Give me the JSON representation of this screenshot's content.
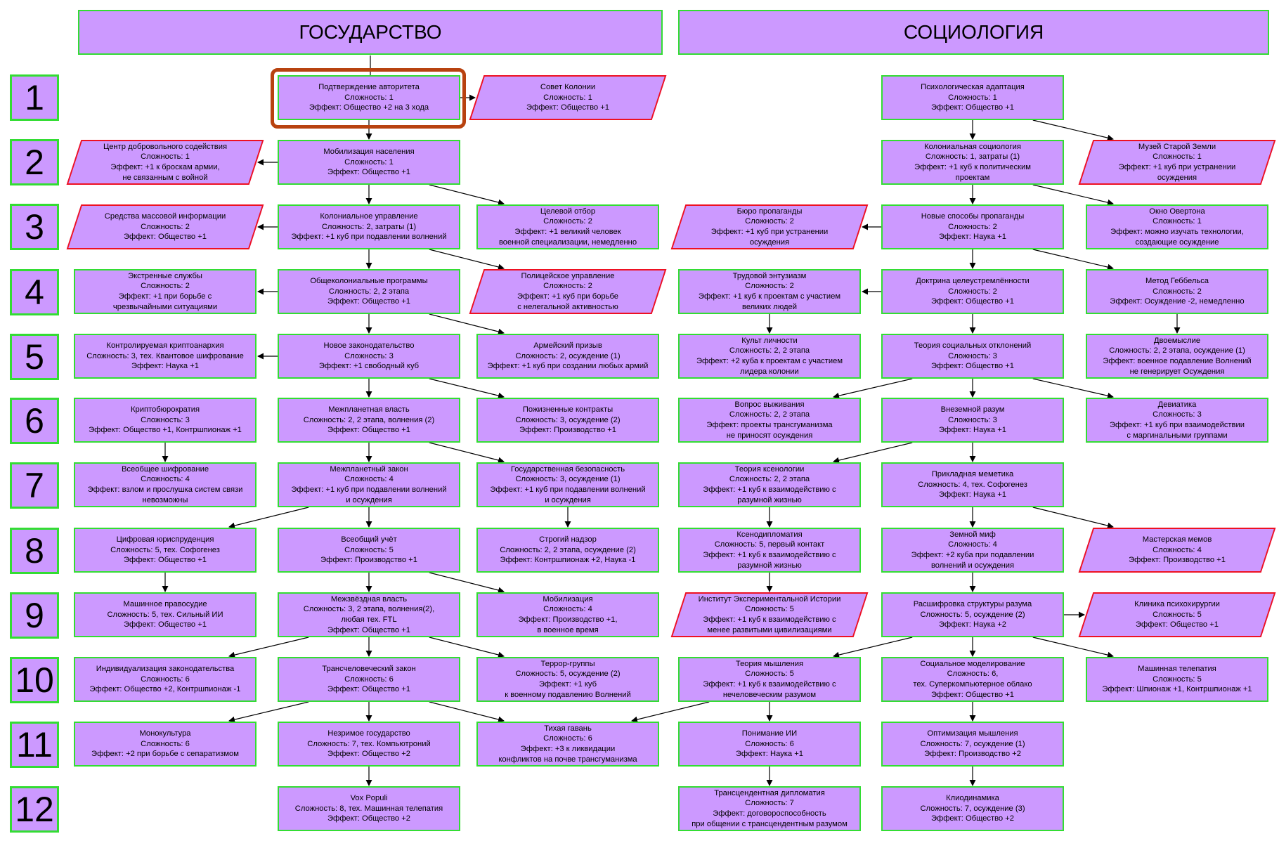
{
  "headers": {
    "left": "ГОСУДАРСТВО",
    "right": "СОЦИОЛОГИЯ"
  },
  "rows": [
    "1",
    "2",
    "3",
    "4",
    "5",
    "6",
    "7",
    "8",
    "9",
    "10",
    "11",
    "12"
  ],
  "colors": {
    "node_fill": "#cc99ff",
    "border_green": "#33dd33",
    "border_red": "#ee1122",
    "highlight": "#b8420f"
  },
  "nodes": [
    {
      "id": "s1",
      "style": "std",
      "name": "Подтверждение авторитета",
      "lines": [
        "Подтверждение авторитета",
        "Сложность: 1",
        "Эффект: Общество +2 на 3 хода"
      ]
    },
    {
      "id": "s1r",
      "style": "para",
      "name": "Совет Колонии",
      "lines": [
        "Совет Колонии",
        "Сложность: 1",
        "Эффект: Общество +1"
      ]
    },
    {
      "id": "s2",
      "style": "std",
      "name": "Мобилизация населения",
      "lines": [
        "Мобилизация населения",
        "Сложность: 1",
        "Эффект: Общество +1"
      ]
    },
    {
      "id": "s2l",
      "style": "para",
      "name": "Центр добровольного содействия",
      "lines": [
        "Центр добровольного содействия",
        "Сложность: 1",
        "Эффект: +1 к броскам армии,",
        "не связанным с войной"
      ]
    },
    {
      "id": "s3",
      "style": "std",
      "name": "Колониальное управление",
      "lines": [
        "Колониальное управление",
        "Сложность: 2, затраты (1)",
        "Эффект: +1 куб при подавлении волнений"
      ]
    },
    {
      "id": "s3l",
      "style": "para",
      "name": "Средства массовой информации",
      "lines": [
        "Средства массовой информации",
        "Сложность: 2",
        "Эффект: Общество +1"
      ]
    },
    {
      "id": "s3r",
      "style": "std",
      "name": "Целевой отбор",
      "lines": [
        "Целевой отбор",
        "Сложность: 2",
        "Эффект: +1 великий человек",
        "военной специализации, немедленно"
      ]
    },
    {
      "id": "s4",
      "style": "std",
      "name": "Общеколониальные программы",
      "lines": [
        "Общеколониальные программы",
        "Сложность: 2, 2 этапа",
        "Эффект: Общество +1"
      ]
    },
    {
      "id": "s4l",
      "style": "std",
      "name": "Экстренные службы",
      "lines": [
        "Экстренные службы",
        "Сложность: 2",
        "Эффект: +1 при борьбе с",
        "чрезвычайными ситуациями"
      ]
    },
    {
      "id": "s4r",
      "style": "para",
      "name": "Полицейское управление",
      "lines": [
        "Полицейское управление",
        "Сложность: 2",
        "Эффект: +1 куб при борьбе",
        "с нелегальной активностью"
      ]
    },
    {
      "id": "s5",
      "style": "std",
      "name": "Новое законодательство",
      "lines": [
        "Новое законодательство",
        "Сложность: 3",
        "Эффект: +1 свободный куб"
      ]
    },
    {
      "id": "s5l",
      "style": "std",
      "name": "Контролируемая криптоанархия",
      "lines": [
        "Контролируемая криптоанархия",
        "Сложность: 3, тех. Квантовое шифрование",
        "Эффект: Наука +1"
      ]
    },
    {
      "id": "s5r",
      "style": "std",
      "name": "Армейский призыв",
      "lines": [
        "Армейский призыв",
        "Сложность: 2, осуждение (1)",
        "Эффект: +1 куб при создании любых армий"
      ]
    },
    {
      "id": "s6",
      "style": "std",
      "name": "Межпланетная власть",
      "lines": [
        "Межпланетная власть",
        "Сложность: 2, 2 этапа, волнения (2)",
        "Эффект: Общество +1"
      ]
    },
    {
      "id": "s6l",
      "style": "std",
      "name": "Криптобюрократия",
      "lines": [
        "Криптобюрократия",
        "Сложность: 3",
        "Эффект: Общество +1, Контршпионаж +1"
      ]
    },
    {
      "id": "s6r",
      "style": "std",
      "name": "Пожизненные контракты",
      "lines": [
        "Пожизненные контракты",
        "Сложность: 3, осуждение (2)",
        "Эффект: Производство +1"
      ]
    },
    {
      "id": "s7",
      "style": "std",
      "name": "Межпланетный закон",
      "lines": [
        "Межпланетный закон",
        "Сложность: 4",
        "Эффект: +1 куб при подавлении волнений",
        "и осуждения"
      ]
    },
    {
      "id": "s7l",
      "style": "std",
      "name": "Всеобщее шифрование",
      "lines": [
        "Всеобщее шифрование",
        "Сложность: 4",
        "Эффект: взлом и прослушка систем связи",
        "невозможны"
      ]
    },
    {
      "id": "s7r",
      "style": "std",
      "name": "Государственная безопасность",
      "lines": [
        "Государственная безопасность",
        "Сложность: 3, осуждение (1)",
        "Эффект: +1 куб при подавлении волнений",
        "и осуждения"
      ]
    },
    {
      "id": "s8",
      "style": "std",
      "name": "Всеобщий учёт",
      "lines": [
        "Всеобщий учёт",
        "Сложность: 5",
        "Эффект: Производство +1"
      ]
    },
    {
      "id": "s8l",
      "style": "std",
      "name": "Цифровая юриспруденция",
      "lines": [
        "Цифровая юриспруденция",
        "Сложность: 5, тех. Софогенез",
        "Эффект: Общество +1"
      ]
    },
    {
      "id": "s8r",
      "style": "std",
      "name": "Строгий надзор",
      "lines": [
        "Строгий надзор",
        "Сложность: 2, 2 этапа, осуждение (2)",
        "Эффект: Контршпионаж +2, Наука -1"
      ]
    },
    {
      "id": "s9",
      "style": "std",
      "name": "Межзвёздная власть",
      "lines": [
        "Межзвёздная власть",
        "Сложность: 3, 2 этапа, волнения(2),",
        "любая тех. FTL",
        "Эффект: Общество +1"
      ]
    },
    {
      "id": "s9l",
      "style": "std",
      "name": "Машинное правосудие",
      "lines": [
        "Машинное правосудие",
        "Сложность: 5, тех. Сильный ИИ",
        "Эффект: Общество +1"
      ]
    },
    {
      "id": "s9r",
      "style": "std",
      "name": "Мобилизация",
      "lines": [
        "Мобилизация",
        "Сложность: 4",
        "Эффект: Производство +1,",
        "в военное время"
      ]
    },
    {
      "id": "s10",
      "style": "std",
      "name": "Трансчеловеческий закон",
      "lines": [
        "Трансчеловеческий закон",
        "Сложность: 6",
        "Эффект: Общество +1"
      ]
    },
    {
      "id": "s10l",
      "style": "std",
      "name": "Индивидуализация законодательства",
      "lines": [
        "Индивидуализация законодательства",
        "Сложность: 6",
        "Эффект: Общество +2, Контршпионаж -1"
      ]
    },
    {
      "id": "s10r",
      "style": "std",
      "name": "Террор-группы",
      "lines": [
        "Террор-группы",
        "Сложность: 5, осуждение (2)",
        "Эффект: +1 куб",
        "к военному подавлению Волнений"
      ]
    },
    {
      "id": "s11",
      "style": "std",
      "name": "Незримое государство",
      "lines": [
        "Незримое государство",
        "Сложность: 7, тех. Компьютроний",
        "Эффект: Общество +2"
      ]
    },
    {
      "id": "s11l",
      "style": "std",
      "name": "Монокультура",
      "lines": [
        "Монокультура",
        "Сложность: 6",
        "Эффект: +2 при борьбе с сепаратизмом"
      ]
    },
    {
      "id": "s11r",
      "style": "std",
      "name": "Тихая гавань",
      "lines": [
        "Тихая гавань",
        "Сложность: 6",
        "Эффект: +3 к ликвидации",
        "конфликтов на почве трансгуманизма"
      ]
    },
    {
      "id": "s12",
      "style": "std",
      "name": "Vox Populi",
      "lines": [
        "Vox Populi",
        "Сложность: 8, тех. Машинная телепатия",
        "Эффект: Общество +2"
      ]
    },
    {
      "id": "c1",
      "style": "std",
      "name": "Психологическая адаптация",
      "lines": [
        "Психологическая адаптация",
        "Сложность: 1",
        "Эффект: Общество +1"
      ]
    },
    {
      "id": "c2",
      "style": "std",
      "name": "Колониальная социология",
      "lines": [
        "Колониальная социология",
        "Сложность: 1, затраты (1)",
        "Эффект: +1 куб к политическим",
        "проектам"
      ]
    },
    {
      "id": "c2r",
      "style": "para",
      "name": "Музей Старой Земли",
      "lines": [
        "Музей Старой Земли",
        "Сложность: 1",
        "Эффект: +1 куб при устранении",
        "осуждения"
      ]
    },
    {
      "id": "c3",
      "style": "std",
      "name": "Новые способы пропаганды",
      "lines": [
        "Новые способы пропаганды",
        "Сложность: 2",
        "Эффект: Наука +1"
      ]
    },
    {
      "id": "c3l",
      "style": "para",
      "name": "Бюро пропаганды",
      "lines": [
        "Бюро пропаганды",
        "Сложность: 2",
        "Эффект: +1 куб при устранении",
        "осуждения"
      ]
    },
    {
      "id": "c3r",
      "style": "std",
      "name": "Окно Овертона",
      "lines": [
        "Окно Овертона",
        "Сложность: 1",
        "Эффект: можно изучать технологии,",
        "создающие осуждение"
      ]
    },
    {
      "id": "c4",
      "style": "std",
      "name": "Доктрина целеустремлённости",
      "lines": [
        "Доктрина целеустремлённости",
        "Сложность: 2",
        "Эффект: Общество +1"
      ]
    },
    {
      "id": "c4l",
      "style": "std",
      "name": "Трудовой энтузиазм",
      "lines": [
        "Трудовой энтузиазм",
        "Сложность: 2",
        "Эффект: +1 куб к проектам с участием",
        "великих людей"
      ]
    },
    {
      "id": "c4r",
      "style": "std",
      "name": "Метод Геббельса",
      "lines": [
        "Метод Геббельса",
        "Сложность: 2",
        "Эффект: Осуждение -2, немедленно"
      ]
    },
    {
      "id": "c5",
      "style": "std",
      "name": "Теория социальных отклонений",
      "lines": [
        "Теория социальных отклонений",
        "Сложность: 3",
        "Эффект: Общество +1"
      ]
    },
    {
      "id": "c5l",
      "style": "std",
      "name": "Культ личности",
      "lines": [
        "Культ личности",
        "Сложность: 2, 2 этапа",
        "Эффект: +2 куба к проектам с участием",
        "лидера колонии"
      ]
    },
    {
      "id": "c5r",
      "style": "std",
      "name": "Двоемыслие",
      "lines": [
        "Двоемыслие",
        "Сложность: 2, 2 этапа, осуждение (1)",
        "Эффект: военное подавление Волнений",
        "не генерирует Осуждения"
      ]
    },
    {
      "id": "c6",
      "style": "std",
      "name": "Внеземной разум",
      "lines": [
        "Внеземной разум",
        "Сложность: 3",
        "Эффект: Наука +1"
      ]
    },
    {
      "id": "c6l",
      "style": "std",
      "name": "Вопрос выживания",
      "lines": [
        "Вопрос выживания",
        "Сложность: 2, 2 этапа",
        "Эффект: проекты трансгуманизма",
        "не приносят осуждения"
      ]
    },
    {
      "id": "c6r",
      "style": "std",
      "name": "Девиатика",
      "lines": [
        "Девиатика",
        "Сложность: 3",
        "Эффект: +1 куб при взаимодействии",
        "с маргинальными группами"
      ]
    },
    {
      "id": "c7",
      "style": "std",
      "name": "Прикладная меметика",
      "lines": [
        "Прикладная меметика",
        "Сложность: 4, тех. Софогенез",
        "Эффект: Наука +1"
      ]
    },
    {
      "id": "c7l",
      "style": "std",
      "name": "Теория ксенологии",
      "lines": [
        "Теория ксенологии",
        "Сложность: 2, 2 этапа",
        "Эффект: +1 куб к взаимодействию с",
        "разумной жизнью"
      ]
    },
    {
      "id": "c8",
      "style": "std",
      "name": "Земной миф",
      "lines": [
        "Земной миф",
        "Сложность: 4",
        "Эффект: +2 куба при подавлении",
        "волнений и осуждения"
      ]
    },
    {
      "id": "c8l",
      "style": "std",
      "name": "Ксенодипломатия",
      "lines": [
        "Ксенодипломатия",
        "Сложность: 5, первый контакт",
        "Эффект: +1 куб к взаимодействию с",
        "разумной жизнью"
      ]
    },
    {
      "id": "c8r",
      "style": "para",
      "name": "Мастерская мемов",
      "lines": [
        "Мастерская мемов",
        "Сложность: 4",
        "Эффект: Производство +1"
      ]
    },
    {
      "id": "c9",
      "style": "std",
      "name": "Расшифровка структуры разума",
      "lines": [
        "Расшифровка структуры разума",
        "Сложность: 5, осуждение (2)",
        "Эффект: Наука +2"
      ]
    },
    {
      "id": "c9l",
      "style": "para",
      "name": "Институт Экспериментальной Истории",
      "lines": [
        "Институт Экспериментальной Истории",
        "Сложность: 5",
        "Эффект: +1 куб к взаимодействию с",
        "менее развитыми цивилизациями"
      ]
    },
    {
      "id": "c9r",
      "style": "para",
      "name": "Клиника психохирургии",
      "lines": [
        "Клиника психохирургии",
        "Сложность: 5",
        "Эффект: Общество +1"
      ]
    },
    {
      "id": "c10",
      "style": "std",
      "name": "Социальное моделирование",
      "lines": [
        "Социальное моделирование",
        "Сложность: 6,",
        "тех. Суперкомпьютерное облако",
        "Эффект: Общество +1"
      ]
    },
    {
      "id": "c10l",
      "style": "std",
      "name": "Теория мышления",
      "lines": [
        "Теория мышления",
        "Сложность: 5",
        "Эффект: +1 куб к взаимодействию с",
        "нечеловеческим разумом"
      ]
    },
    {
      "id": "c10r",
      "style": "std",
      "name": "Машинная телепатия",
      "lines": [
        "Машинная телепатия",
        "Сложность: 5",
        "Эффект: Шпионаж +1, Контршпионаж +1"
      ]
    },
    {
      "id": "c11",
      "style": "std",
      "name": "Оптимизация мышления",
      "lines": [
        "Оптимизация мышления",
        "Сложность: 7, осуждение (1)",
        "Эффект: Производство +2"
      ]
    },
    {
      "id": "c11l",
      "style": "std",
      "name": "Понимание ИИ",
      "lines": [
        "Понимание ИИ",
        "Сложность: 6",
        "Эффект: Наука +1"
      ]
    },
    {
      "id": "c12",
      "style": "std",
      "name": "Клиодинамика",
      "lines": [
        "Клиодинамика",
        "Сложность: 7, осуждение (3)",
        "Эффект: Общество +2"
      ]
    },
    {
      "id": "c12l",
      "style": "std",
      "name": "Трансцендентная дипломатия",
      "lines": [
        "Трансцендентная дипломатия",
        "Сложность: 7",
        "Эффект: договороспособность",
        "при общении с трансцендентным разумом"
      ]
    }
  ],
  "edges": [
    [
      "s1",
      "s2"
    ],
    [
      "s1",
      "s1r"
    ],
    [
      "s2",
      "s3"
    ],
    [
      "s2",
      "s2l"
    ],
    [
      "s2",
      "s3r"
    ],
    [
      "s3",
      "s4"
    ],
    [
      "s3",
      "s3l"
    ],
    [
      "s3",
      "s4r"
    ],
    [
      "s4",
      "s5"
    ],
    [
      "s4",
      "s4l"
    ],
    [
      "s4",
      "s5r"
    ],
    [
      "s5",
      "s6"
    ],
    [
      "s5",
      "s5l"
    ],
    [
      "s5",
      "s6r"
    ],
    [
      "s6",
      "s7"
    ],
    [
      "s6",
      "s7r"
    ],
    [
      "s6l",
      "s7l"
    ],
    [
      "s7",
      "s8"
    ],
    [
      "s7",
      "s8l"
    ],
    [
      "s7r",
      "s8r"
    ],
    [
      "s8",
      "s9"
    ],
    [
      "s8",
      "s9r"
    ],
    [
      "s8l",
      "s9l"
    ],
    [
      "s9",
      "s10"
    ],
    [
      "s9",
      "s10l"
    ],
    [
      "s9",
      "s10r"
    ],
    [
      "s10",
      "s11"
    ],
    [
      "s10",
      "s11l"
    ],
    [
      "s10",
      "s11r"
    ],
    [
      "c10l",
      "s11r"
    ],
    [
      "s11",
      "s12"
    ],
    [
      "c1",
      "c2"
    ],
    [
      "c1",
      "c2r"
    ],
    [
      "c2",
      "c3"
    ],
    [
      "c2",
      "c3r"
    ],
    [
      "c3",
      "c4"
    ],
    [
      "c3",
      "c3l"
    ],
    [
      "c3",
      "c4r"
    ],
    [
      "c4",
      "c5"
    ],
    [
      "c4",
      "c4l"
    ],
    [
      "c4l",
      "c5l"
    ],
    [
      "c4r",
      "c5r"
    ],
    [
      "c5",
      "c6"
    ],
    [
      "c5",
      "c6l"
    ],
    [
      "c5",
      "c6r"
    ],
    [
      "c6",
      "c7"
    ],
    [
      "c6",
      "c7l"
    ],
    [
      "c7",
      "c8"
    ],
    [
      "c7",
      "c8r"
    ],
    [
      "c7l",
      "c8l"
    ],
    [
      "c8",
      "c9"
    ],
    [
      "c8l",
      "c9l"
    ],
    [
      "c9",
      "c9r"
    ],
    [
      "c9",
      "c10"
    ],
    [
      "c9",
      "c10l"
    ],
    [
      "c9",
      "c10r"
    ],
    [
      "c10l",
      "c11l"
    ],
    [
      "c10",
      "c11"
    ],
    [
      "c11l",
      "c12l"
    ],
    [
      "c11",
      "c12"
    ]
  ]
}
